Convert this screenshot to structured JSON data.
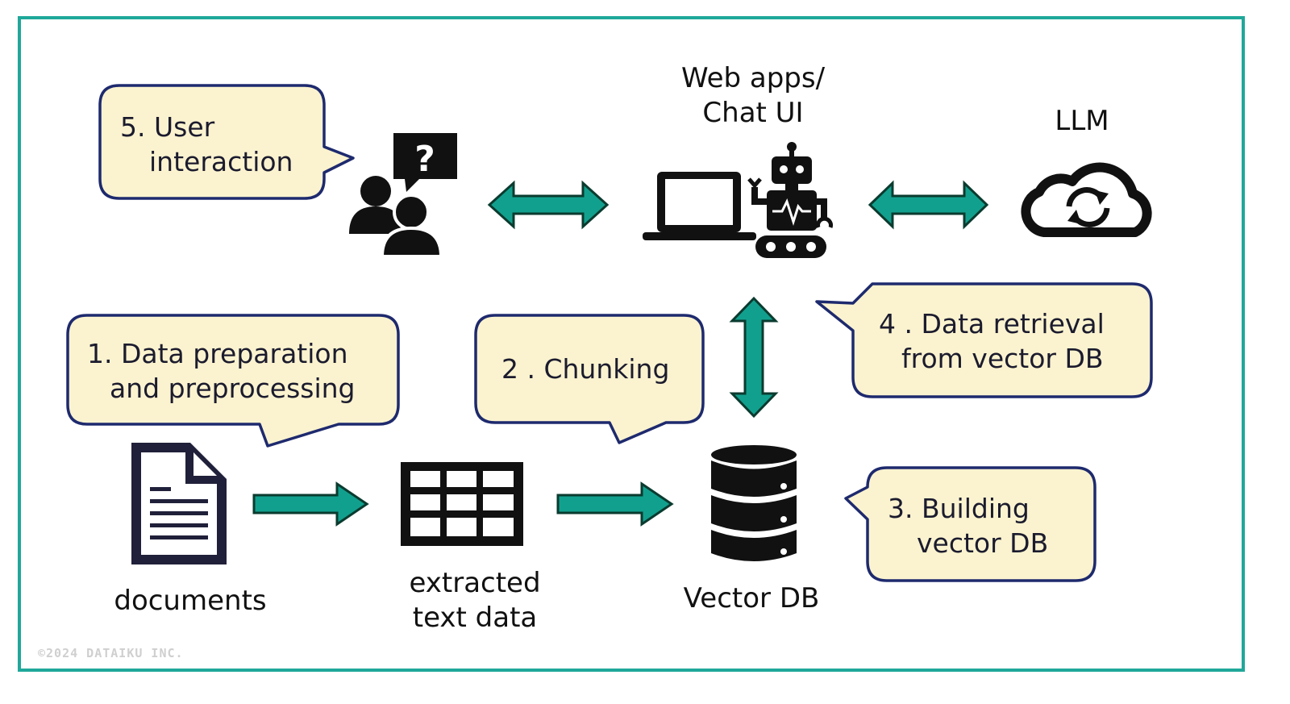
{
  "colors": {
    "border": "#1fa89a",
    "arrow_fill": "#12a08e",
    "arrow_stroke": "#0b3b2f",
    "bubble_fill": "#fbf3cf",
    "bubble_stroke": "#1e2a6e"
  },
  "steps": {
    "step1": [
      "1. Data preparation",
      "and preprocessing"
    ],
    "step2": [
      "2 . Chunking"
    ],
    "step3": [
      "3. Building",
      "vector DB"
    ],
    "step4": [
      "4 . Data retrieval",
      "from vector DB"
    ],
    "step5": [
      "5. User",
      "interaction"
    ]
  },
  "nodes": {
    "documents": [
      "documents"
    ],
    "extracted": [
      "extracted",
      "text data"
    ],
    "vectordb": [
      "Vector DB"
    ],
    "webapps": [
      "Web apps/",
      "Chat UI"
    ],
    "llm": [
      "LLM"
    ]
  },
  "icons": [
    "users-question-icon",
    "laptop-icon",
    "robot-icon",
    "cloud-sync-icon",
    "document-icon",
    "table-icon",
    "database-icon"
  ],
  "copyright": "©2024 DATAIKU INC."
}
